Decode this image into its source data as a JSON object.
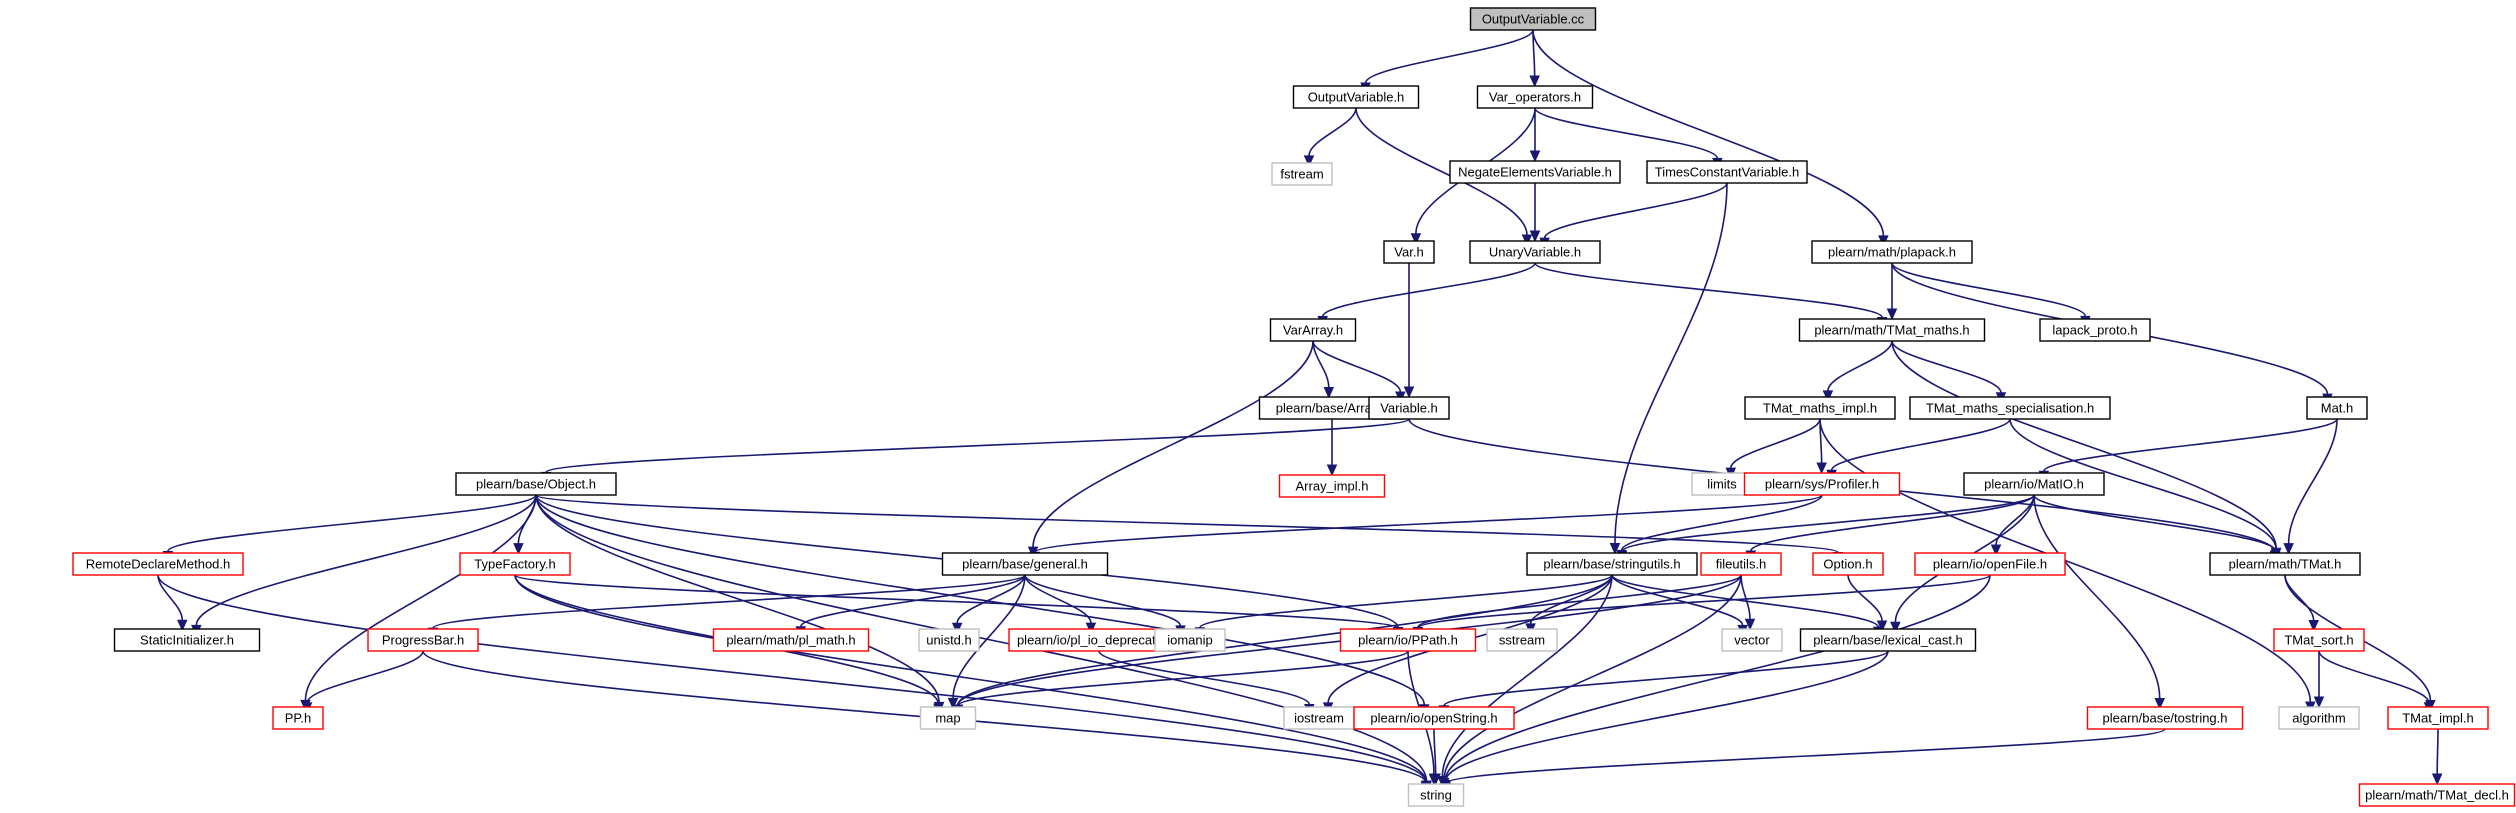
{
  "title": "OutputVariable.cc",
  "colors": {
    "edge": "#191970",
    "normal_border": "#000000",
    "red_border": "#ff0000",
    "gray_border": "#bfbfbf",
    "root_fill": "#bfbfbf",
    "node_fill": "#ffffff"
  },
  "nodes": [
    {
      "id": "root",
      "label": "OutputVariable.cc",
      "style": "root"
    },
    {
      "id": "outputvariable_h",
      "label": "OutputVariable.h",
      "style": "normal"
    },
    {
      "id": "var_operators_h",
      "label": "Var_operators.h",
      "style": "normal"
    },
    {
      "id": "fstream",
      "label": "fstream",
      "style": "gray"
    },
    {
      "id": "negate_h",
      "label": "NegateElementsVariable.h",
      "style": "normal"
    },
    {
      "id": "timesconst_h",
      "label": "TimesConstantVariable.h",
      "style": "normal"
    },
    {
      "id": "var_h",
      "label": "Var.h",
      "style": "normal"
    },
    {
      "id": "unary_h",
      "label": "UnaryVariable.h",
      "style": "normal"
    },
    {
      "id": "plapack_h",
      "label": "plearn/math/plapack.h",
      "style": "normal"
    },
    {
      "id": "vararray_h",
      "label": "VarArray.h",
      "style": "normal"
    },
    {
      "id": "tmat_maths_h",
      "label": "plearn/math/TMat_maths.h",
      "style": "normal"
    },
    {
      "id": "lapack_proto_h",
      "label": "lapack_proto.h",
      "style": "normal"
    },
    {
      "id": "array_h",
      "label": "plearn/base/Array.h",
      "style": "normal"
    },
    {
      "id": "variable_h",
      "label": "Variable.h",
      "style": "normal"
    },
    {
      "id": "tmat_maths_impl_h",
      "label": "TMat_maths_impl.h",
      "style": "normal"
    },
    {
      "id": "tmat_maths_spec_h",
      "label": "TMat_maths_specialisation.h",
      "style": "normal"
    },
    {
      "id": "mat_h",
      "label": "Mat.h",
      "style": "normal"
    },
    {
      "id": "array_impl_h",
      "label": "Array_impl.h",
      "style": "red"
    },
    {
      "id": "object_h",
      "label": "plearn/base/Object.h",
      "style": "normal"
    },
    {
      "id": "limits",
      "label": "limits",
      "style": "gray"
    },
    {
      "id": "profiler_h",
      "label": "plearn/sys/Profiler.h",
      "style": "red"
    },
    {
      "id": "matio_h",
      "label": "plearn/io/MatIO.h",
      "style": "normal"
    },
    {
      "id": "remotedeclare_h",
      "label": "RemoteDeclareMethod.h",
      "style": "red"
    },
    {
      "id": "typefactory_h",
      "label": "TypeFactory.h",
      "style": "red"
    },
    {
      "id": "general_h",
      "label": "plearn/base/general.h",
      "style": "normal"
    },
    {
      "id": "stringutils_h",
      "label": "plearn/base/stringutils.h",
      "style": "normal"
    },
    {
      "id": "fileutils_h",
      "label": "fileutils.h",
      "style": "red"
    },
    {
      "id": "option_h",
      "label": "Option.h",
      "style": "red"
    },
    {
      "id": "openfile_h",
      "label": "plearn/io/openFile.h",
      "style": "red"
    },
    {
      "id": "tmat_h",
      "label": "plearn/math/TMat.h",
      "style": "normal"
    },
    {
      "id": "staticinit_h",
      "label": "StaticInitializer.h",
      "style": "normal"
    },
    {
      "id": "progressbar_h",
      "label": "ProgressBar.h",
      "style": "red"
    },
    {
      "id": "pl_math_h",
      "label": "plearn/math/pl_math.h",
      "style": "red"
    },
    {
      "id": "unistd_h",
      "label": "unistd.h",
      "style": "gray"
    },
    {
      "id": "pl_io_dep_h",
      "label": "plearn/io/pl_io_deprecated.h",
      "style": "red"
    },
    {
      "id": "iomanip",
      "label": "iomanip",
      "style": "gray"
    },
    {
      "id": "ppath_h",
      "label": "plearn/io/PPath.h",
      "style": "red"
    },
    {
      "id": "sstream",
      "label": "sstream",
      "style": "gray"
    },
    {
      "id": "vector",
      "label": "vector",
      "style": "gray"
    },
    {
      "id": "lexical_cast_h",
      "label": "plearn/base/lexical_cast.h",
      "style": "normal"
    },
    {
      "id": "tmat_sort_h",
      "label": "TMat_sort.h",
      "style": "red"
    },
    {
      "id": "pp_h",
      "label": "PP.h",
      "style": "red"
    },
    {
      "id": "map",
      "label": "map",
      "style": "gray"
    },
    {
      "id": "iostream",
      "label": "iostream",
      "style": "gray"
    },
    {
      "id": "openstring_h",
      "label": "plearn/io/openString.h",
      "style": "red"
    },
    {
      "id": "tostring_h",
      "label": "plearn/base/tostring.h",
      "style": "red"
    },
    {
      "id": "algorithm",
      "label": "algorithm",
      "style": "gray"
    },
    {
      "id": "tmat_impl_h",
      "label": "TMat_impl.h",
      "style": "red"
    },
    {
      "id": "string",
      "label": "string",
      "style": "gray"
    },
    {
      "id": "tmat_decl_h",
      "label": "plearn/math/TMat_decl.h",
      "style": "red"
    }
  ],
  "edges": [
    [
      "root",
      "outputvariable_h"
    ],
    [
      "root",
      "var_operators_h"
    ],
    [
      "root",
      "plapack_h"
    ],
    [
      "outputvariable_h",
      "fstream"
    ],
    [
      "outputvariable_h",
      "unary_h"
    ],
    [
      "var_operators_h",
      "negate_h"
    ],
    [
      "var_operators_h",
      "timesconst_h"
    ],
    [
      "var_operators_h",
      "var_h"
    ],
    [
      "negate_h",
      "unary_h"
    ],
    [
      "timesconst_h",
      "unary_h"
    ],
    [
      "timesconst_h",
      "stringutils_h"
    ],
    [
      "var_h",
      "variable_h"
    ],
    [
      "unary_h",
      "vararray_h"
    ],
    [
      "unary_h",
      "tmat_maths_h"
    ],
    [
      "plapack_h",
      "tmat_maths_h"
    ],
    [
      "plapack_h",
      "lapack_proto_h"
    ],
    [
      "plapack_h",
      "mat_h"
    ],
    [
      "vararray_h",
      "array_h"
    ],
    [
      "vararray_h",
      "variable_h"
    ],
    [
      "vararray_h",
      "general_h"
    ],
    [
      "array_h",
      "array_impl_h"
    ],
    [
      "tmat_maths_h",
      "tmat_maths_impl_h"
    ],
    [
      "tmat_maths_h",
      "tmat_maths_spec_h"
    ],
    [
      "tmat_maths_h",
      "tmat_h"
    ],
    [
      "variable_h",
      "object_h"
    ],
    [
      "variable_h",
      "tmat_h"
    ],
    [
      "tmat_maths_impl_h",
      "limits"
    ],
    [
      "tmat_maths_impl_h",
      "profiler_h"
    ],
    [
      "tmat_maths_impl_h",
      "algorithm"
    ],
    [
      "tmat_maths_spec_h",
      "profiler_h"
    ],
    [
      "tmat_maths_spec_h",
      "tmat_h"
    ],
    [
      "mat_h",
      "matio_h"
    ],
    [
      "mat_h",
      "tmat_h"
    ],
    [
      "profiler_h",
      "general_h"
    ],
    [
      "profiler_h",
      "stringutils_h"
    ],
    [
      "object_h",
      "remotedeclare_h"
    ],
    [
      "object_h",
      "staticinit_h"
    ],
    [
      "object_h",
      "typefactory_h"
    ],
    [
      "object_h",
      "pp_h"
    ],
    [
      "object_h",
      "map"
    ],
    [
      "object_h",
      "openstring_h"
    ],
    [
      "object_h",
      "ppath_h"
    ],
    [
      "object_h",
      "option_h"
    ],
    [
      "object_h",
      "string"
    ],
    [
      "remotedeclare_h",
      "staticinit_h"
    ],
    [
      "remotedeclare_h",
      "string"
    ],
    [
      "typefactory_h",
      "ppath_h"
    ],
    [
      "typefactory_h",
      "map"
    ],
    [
      "typefactory_h",
      "string"
    ],
    [
      "general_h",
      "progressbar_h"
    ],
    [
      "general_h",
      "pl_math_h"
    ],
    [
      "general_h",
      "unistd_h"
    ],
    [
      "general_h",
      "pl_io_dep_h"
    ],
    [
      "general_h",
      "iomanip"
    ],
    [
      "general_h",
      "map"
    ],
    [
      "progressbar_h",
      "pp_h"
    ],
    [
      "progressbar_h",
      "string"
    ],
    [
      "pl_io_dep_h",
      "iostream"
    ],
    [
      "stringutils_h",
      "iomanip"
    ],
    [
      "stringutils_h",
      "sstream"
    ],
    [
      "stringutils_h",
      "vector"
    ],
    [
      "stringutils_h",
      "lexical_cast_h"
    ],
    [
      "stringutils_h",
      "iostream"
    ],
    [
      "stringutils_h",
      "string"
    ],
    [
      "stringutils_h",
      "map"
    ],
    [
      "matio_h",
      "stringutils_h"
    ],
    [
      "matio_h",
      "fileutils_h"
    ],
    [
      "matio_h",
      "openfile_h"
    ],
    [
      "matio_h",
      "tmat_h"
    ],
    [
      "matio_h",
      "lexical_cast_h"
    ],
    [
      "matio_h",
      "tostring_h"
    ],
    [
      "fileutils_h",
      "ppath_h"
    ],
    [
      "fileutils_h",
      "vector"
    ],
    [
      "fileutils_h",
      "map"
    ],
    [
      "fileutils_h",
      "string"
    ],
    [
      "option_h",
      "lexical_cast_h"
    ],
    [
      "openfile_h",
      "ppath_h"
    ],
    [
      "openfile_h",
      "string"
    ],
    [
      "ppath_h",
      "map"
    ],
    [
      "ppath_h",
      "string"
    ],
    [
      "lexical_cast_h",
      "openstring_h"
    ],
    [
      "lexical_cast_h",
      "string"
    ],
    [
      "openstring_h",
      "string"
    ],
    [
      "tostring_h",
      "string"
    ],
    [
      "tmat_h",
      "tmat_sort_h"
    ],
    [
      "tmat_h",
      "tmat_impl_h"
    ],
    [
      "tmat_sort_h",
      "algorithm"
    ],
    [
      "tmat_sort_h",
      "tmat_impl_h"
    ],
    [
      "tmat_impl_h",
      "tmat_decl_h"
    ]
  ]
}
